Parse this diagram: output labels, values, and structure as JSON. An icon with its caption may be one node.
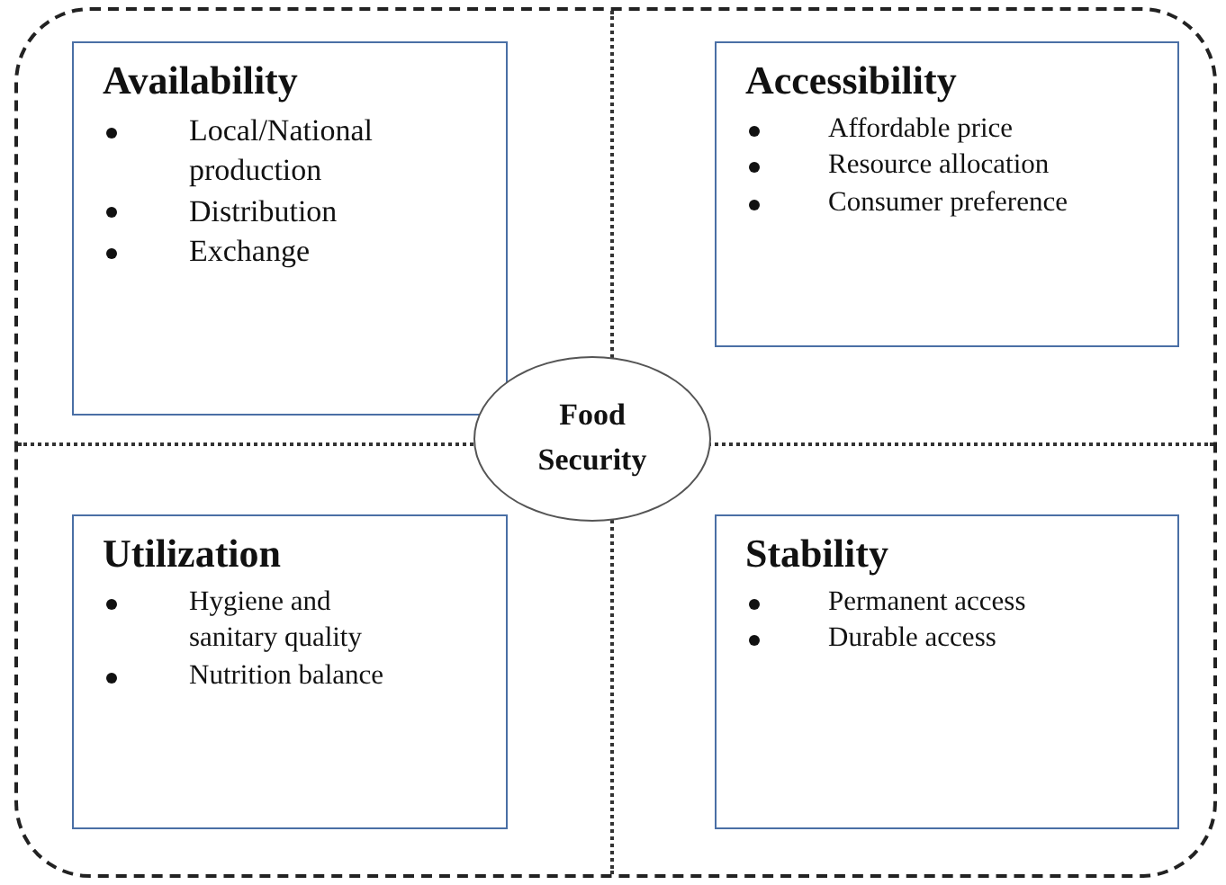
{
  "diagram": {
    "nodes": [
      {
        "text": [
          "Availability",
          "Local/National production",
          "Distribution",
          "Exchange"
        ]
      },
      {
        "text": [
          "Accessibility",
          "Affordable price",
          "Resource allocation",
          "Consumer preference"
        ]
      },
      {
        "text": [
          "Food Security"
        ]
      },
      {
        "text": [
          "Utilization",
          "Hygiene and sanitary quality",
          "Nutrition balance"
        ]
      },
      {
        "text": [
          "Stability",
          "Permanent access",
          "Durable access"
        ]
      }
    ]
  }
}
